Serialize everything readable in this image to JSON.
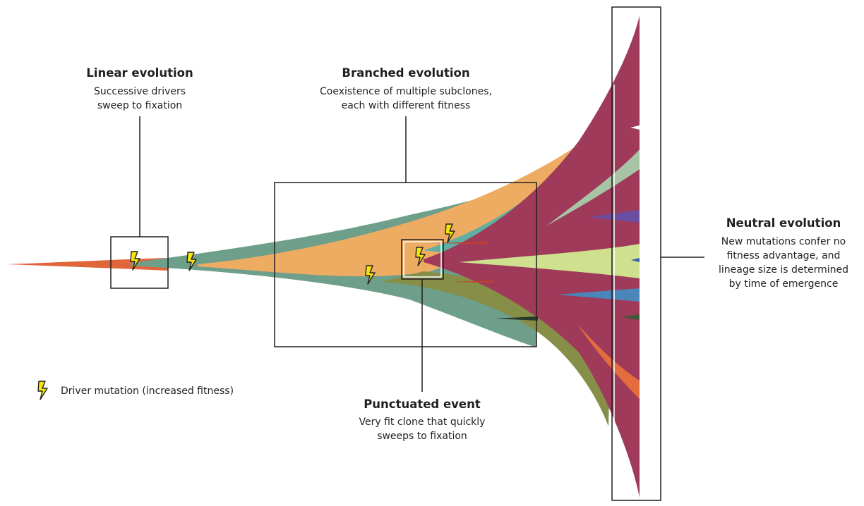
{
  "labels": {
    "linear": {
      "title": "Linear evolution",
      "desc": [
        "Successive drivers",
        "sweep to fixation"
      ]
    },
    "branched": {
      "title": "Branched evolution",
      "desc": [
        "Coexistence of multiple subclones,",
        "each with different fitness"
      ]
    },
    "punctuated": {
      "title": "Punctuated event",
      "desc": [
        "Very fit clone that quickly",
        "sweeps to fixation"
      ]
    },
    "neutral": {
      "title": "Neutral evolution",
      "desc": [
        "New mutations confer no",
        "fitness advantage, and",
        "lineage size is determined",
        "by time of emergence"
      ]
    }
  },
  "legend": {
    "driver_label": "Driver mutation (increased fitness)",
    "icon": "lightning-bolt-icon"
  },
  "colors": {
    "founder_orange": "#e0663a",
    "teal_green": "#6e9f8a",
    "light_orange": "#eeac62",
    "teal": "#5fb0a2",
    "olive": "#868e47",
    "crimson": "#9f3a5b",
    "sage": "#a7c4a4",
    "purple": "#6a4fa0",
    "pale_lime": "#cfe08e",
    "blue": "#4a87b8",
    "dark_green": "#3e5a33",
    "orange": "#e36d3c",
    "bolt_yellow": "#f5e50f"
  }
}
